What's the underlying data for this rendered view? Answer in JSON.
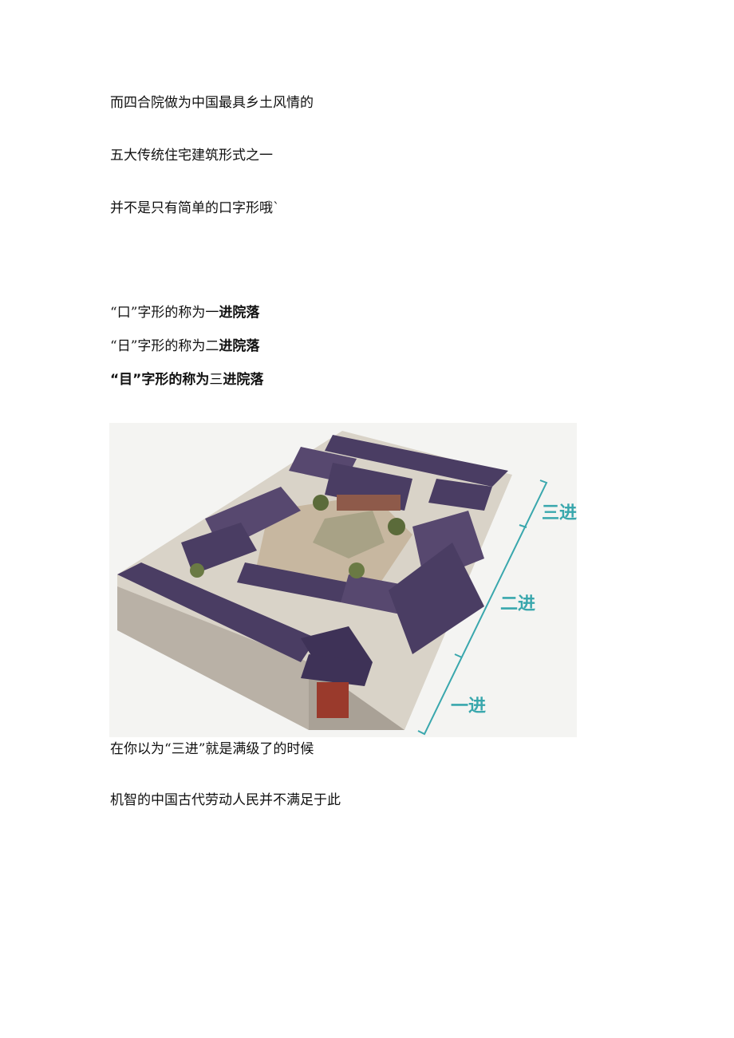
{
  "paragraphs": {
    "p1": "而四合院做为中国最具乡土风情的",
    "p2": "五大传统住宅建筑形式之一",
    "p3": "并不是只有简单的口字形哦`"
  },
  "courtyards": [
    {
      "prefix": "“口”字形的称为",
      "num": "一",
      "suffix": "进院落"
    },
    {
      "prefix": "“日”字形的称为",
      "num": "二",
      "suffix": "进院落"
    },
    {
      "prefix": "“目”字形的称为",
      "num": "三",
      "suffix": "进院落"
    }
  ],
  "figure": {
    "labels": {
      "san": "三进",
      "er": "二进",
      "yi": "一进"
    },
    "colors": {
      "roof": "#4a3d63",
      "wall": "#d9d3c8",
      "ground": "#c7b7a0",
      "bracket": "#39a7ad"
    }
  },
  "after": {
    "p4": "在你以为“三进”就是满级了的时候",
    "p5": "机智的中国古代劳动人民并不满足于此"
  }
}
